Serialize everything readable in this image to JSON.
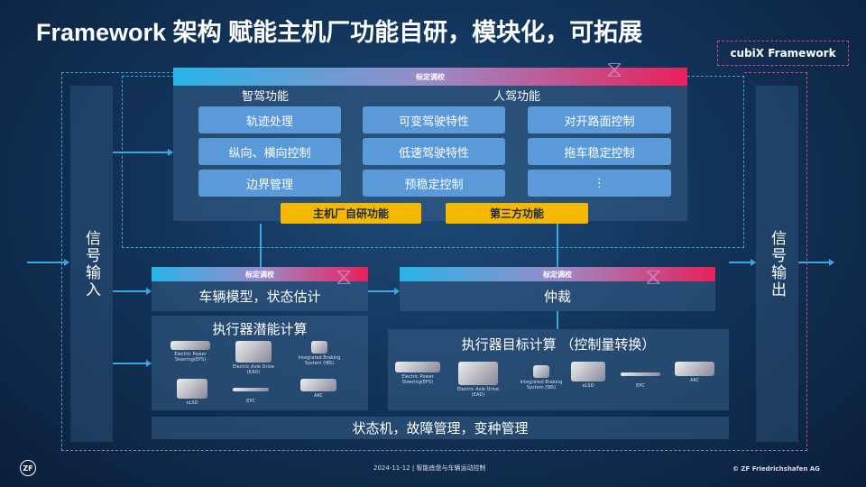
{
  "title": {
    "part1": "Framework",
    "part2": " 架构 赋能主机厂功能自研，模块化，可拓展"
  },
  "cubix_label": "cubiX Framework",
  "signal_in": "信号输入",
  "signal_out": "信号输出",
  "top_module": {
    "calibration": "标定调校",
    "smart_header": "智驾功能",
    "human_header": "人驾功能",
    "functions": [
      "轨迹处理",
      "可变驾驶特性",
      "对开路面控制",
      "纵向、横向控制",
      "低速驾驶特性",
      "拖车稳定控制",
      "边界管理",
      "预稳定控制",
      "⋮"
    ],
    "oem_button": "主机厂自研功能",
    "third_party_button": "第三方功能"
  },
  "vehicle_model": {
    "calibration": "标定调校",
    "label": "车辆模型，状态估计"
  },
  "arbitration": {
    "calibration": "标定调校",
    "label": "仲裁"
  },
  "actuator_potential": {
    "label": "执行器潜能计算",
    "items": [
      "Electric Power Steering(EPS)",
      "Electric Axle Drive (EAD)",
      "Integrated Braking System (IBS)",
      "eLSD",
      "EPC",
      "AKC"
    ]
  },
  "actuator_target": {
    "label": "执行器目标计算 （控制量转换）",
    "items": [
      "Electric Power Steering(EPS)",
      "Electric Axle Drive (EAD)",
      "Integrated Braking System (IBS)",
      "eLSD",
      "EPC",
      "AKC"
    ]
  },
  "bottom_bar": "状态机，故障管理，变种管理",
  "footer": {
    "logo": "ZF",
    "center": "2024-11-12 | 智能底盘与车辆运动控制",
    "right": "© ZF Friedrichshafen AG"
  },
  "colors": {
    "accent_blue": "#3aa7e0",
    "accent_pink": "#e0407a",
    "button_blue": "#5a9ad8",
    "button_yellow": "#f5b800"
  }
}
